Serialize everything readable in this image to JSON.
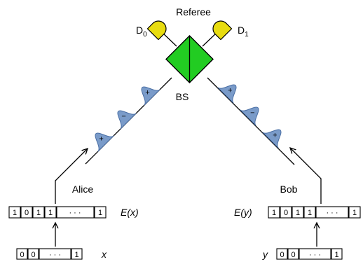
{
  "labels": {
    "referee": "Referee",
    "bs": "BS",
    "alice": "Alice",
    "bob": "Bob",
    "d0_main": "D",
    "d0_sub": "0",
    "d1_main": "D",
    "d1_sub": "1"
  },
  "alice_register": {
    "code_bits": [
      "1",
      "0",
      "1",
      "1",
      "· · ·",
      "1"
    ],
    "code_label_fn": "E(",
    "code_label_var": "x",
    "code_label_close": ")",
    "input_bits": [
      "0",
      "0",
      "· · ·",
      "1"
    ],
    "input_label": "x"
  },
  "bob_register": {
    "code_bits": [
      "1",
      "0",
      "1",
      "1",
      "· · ·",
      "1"
    ],
    "code_label_fn": "E(",
    "code_label_var": "y",
    "code_label_close": ")",
    "input_bits": [
      "0",
      "0",
      "· · ·",
      "1"
    ],
    "input_label": "y"
  },
  "pulses": {
    "left_signs": [
      "+",
      "−",
      "+"
    ],
    "right_signs": [
      "+",
      "−",
      "+"
    ]
  },
  "colors": {
    "beam_splitter": "#22cc22",
    "detector": "#e8dc10",
    "pulse": "#7a9bc9",
    "pulse_edge": "#4a6fa5",
    "line": "#000000"
  }
}
